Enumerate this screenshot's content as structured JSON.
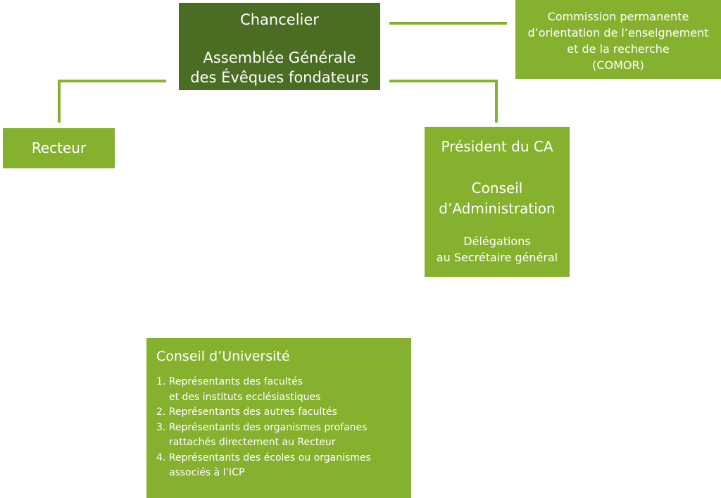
{
  "nodes": {
    "chancelier": {
      "line1": "Chancelier",
      "line2": "Assemblée Générale",
      "line3": "des Évêques fondateurs"
    },
    "comor": {
      "line1": "Commission permanente",
      "line2": "d’orientation de l’enseignement",
      "line3": "et de la recherche",
      "line4": "(COMOR)"
    },
    "recteur": {
      "label": "Recteur"
    },
    "president": {
      "line1": "Président du CA",
      "line2": "Conseil",
      "line3": "d’Administration",
      "line4": "Délégations",
      "line5": "au Secrétaire général"
    },
    "conseil_universite": {
      "title": "Conseil d’Université",
      "items": [
        {
          "first": "1. Représentants des facultés",
          "cont": "et des instituts ecclésiastiques"
        },
        {
          "first": "2. Représentants des autres facultés",
          "cont": ""
        },
        {
          "first": "3. Représentants des organismes profanes",
          "cont": "rattachés directement au Recteur"
        },
        {
          "first": "4. Représentants des écoles ou organismes",
          "cont": "associés à l’ICP"
        }
      ]
    }
  },
  "colors": {
    "dark_green": "#4a6d23",
    "green": "#86b12f",
    "connector": "#86b12f"
  }
}
